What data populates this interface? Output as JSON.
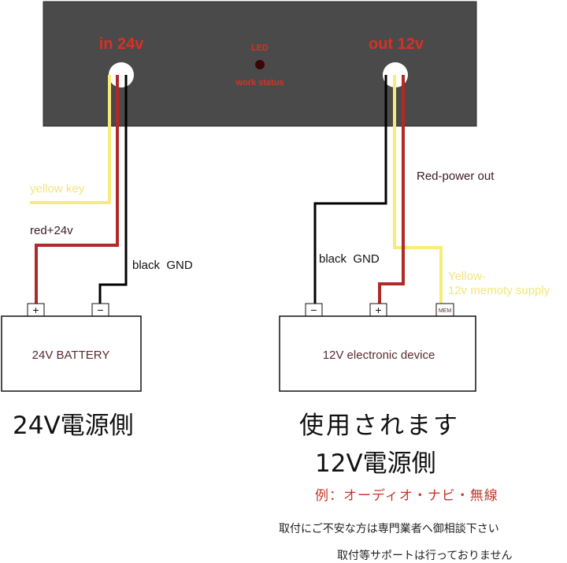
{
  "converter": {
    "input_label": "in 24v",
    "output_label": "out 12v",
    "led_label": "LED",
    "led_status_label": "work status",
    "panel_color": "#4a4a4a",
    "label_color": "#d93025"
  },
  "wire_labels": {
    "yellow_key": "yellow key",
    "red_24v": "red+24v",
    "black_gnd_left": "black  GND",
    "red_power_out": "Red-power out",
    "black_gnd_right": "black  GND",
    "yellow_memory_line1": "Yellow-",
    "yellow_memory_line2": "12v memoty supply"
  },
  "wire_colors": {
    "yellow": "#f7ec7a",
    "red": "#b02a2a",
    "black": "#000000"
  },
  "battery": {
    "label": "24V BATTERY",
    "terminals": [
      "+",
      "−"
    ]
  },
  "device": {
    "label": "12V electronic device",
    "terminals": [
      "−",
      "+",
      "MEM"
    ]
  },
  "captions": {
    "side_24v": "24V電源側",
    "used_line1": "使用されます",
    "used_line2": "12V電源側",
    "example": "例：オーディオ・ナビ・無線",
    "notice1": "取付にご不安な方は専門業者へ御相談下さい",
    "notice2": "取付等サポートは行っておりません"
  }
}
